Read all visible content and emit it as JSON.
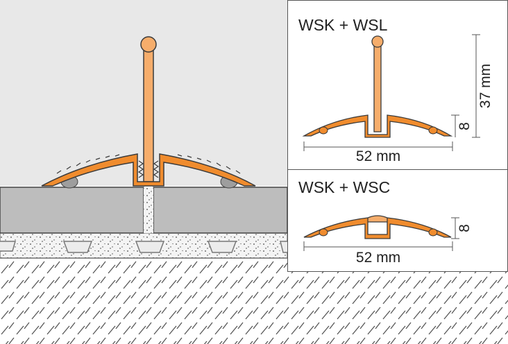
{
  "colors": {
    "profile": "#f08c2e",
    "profile_light": "#f6ad6b",
    "outline": "#3a3a3a",
    "wall": "#e8e8e8",
    "tile": "#bdbdbd",
    "panel_bg": "#ffffff",
    "ground": "#ececec"
  },
  "panel_top": {
    "title": "WSK + WSL",
    "height_dim": "37 mm",
    "base_dim": "8",
    "width_dim": "52 mm"
  },
  "panel_bottom": {
    "title": "WSK + WSC",
    "base_dim": "8",
    "width_dim": "52 mm"
  }
}
